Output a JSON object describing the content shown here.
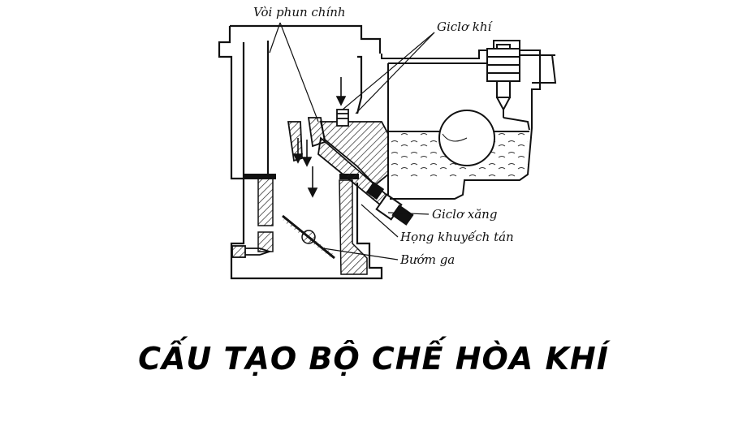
{
  "diagram": {
    "labels": {
      "main_nozzle": "Vòi phun chính",
      "air_jet": "Giclơ khí",
      "fuel_jet": "Giclơ xăng",
      "venturi": "Họng khuyếch tán",
      "throttle": "Bướm ga"
    }
  },
  "title": "CẤU TẠO BỘ CHẾ HÒA KHÍ"
}
